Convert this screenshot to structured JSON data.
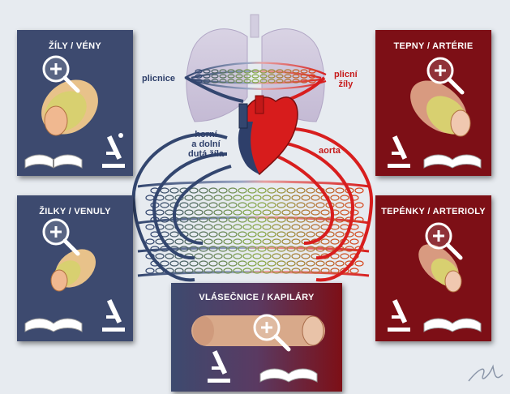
{
  "cards": {
    "veins": {
      "title": "ŽÍLY / VÉNY"
    },
    "venules": {
      "title": "ŽILKY / VENULY"
    },
    "arteries": {
      "title": "TEPNY / ARTÉRIE"
    },
    "arterioles": {
      "title": "TEPÉNKY / ARTERIOLY"
    },
    "capillaries": {
      "title": "VLÁSEČNICE  /  KAPILÁRY"
    }
  },
  "labels": {
    "pulmonary_artery": "plicnice",
    "pulmonary_veins_line1": "plicní",
    "pulmonary_veins_line2": "žíly",
    "vena_cava_line1": "horní",
    "vena_cava_line2": "a dolní",
    "vena_cava_line3": "dutá žíla",
    "aorta": "aorta"
  },
  "colors": {
    "venous_blue": "#3d4a6f",
    "arterial_red": "#7d0f16",
    "vessel_blue": "#2e3f6a",
    "vessel_red": "#d81e1e",
    "background": "#e7ebf0"
  },
  "icons": [
    "magnifier-plus-icon",
    "book-icon",
    "microscope-icon",
    "heart-icon",
    "lungs-icon",
    "signature-icon"
  ]
}
